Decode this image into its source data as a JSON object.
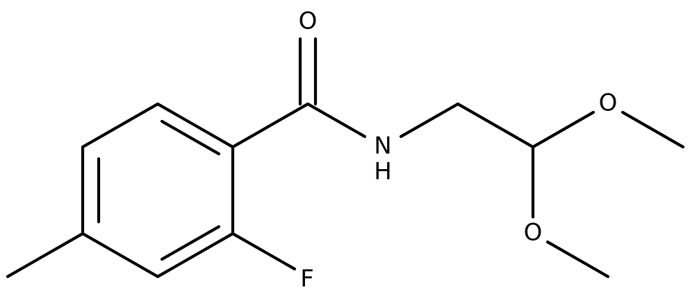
{
  "diagram": {
    "type": "chemical-structure",
    "atom_labels": {
      "carbonyl_oxygen": "O",
      "amide_nitrogen": "N",
      "amide_hydrogen": "H",
      "fluorine": "F",
      "methoxy_oxygen_top": "O",
      "methoxy_oxygen_bottom": "O"
    },
    "colors": {
      "bond": "#000000",
      "label": "#000000",
      "background": "#ffffff"
    }
  }
}
